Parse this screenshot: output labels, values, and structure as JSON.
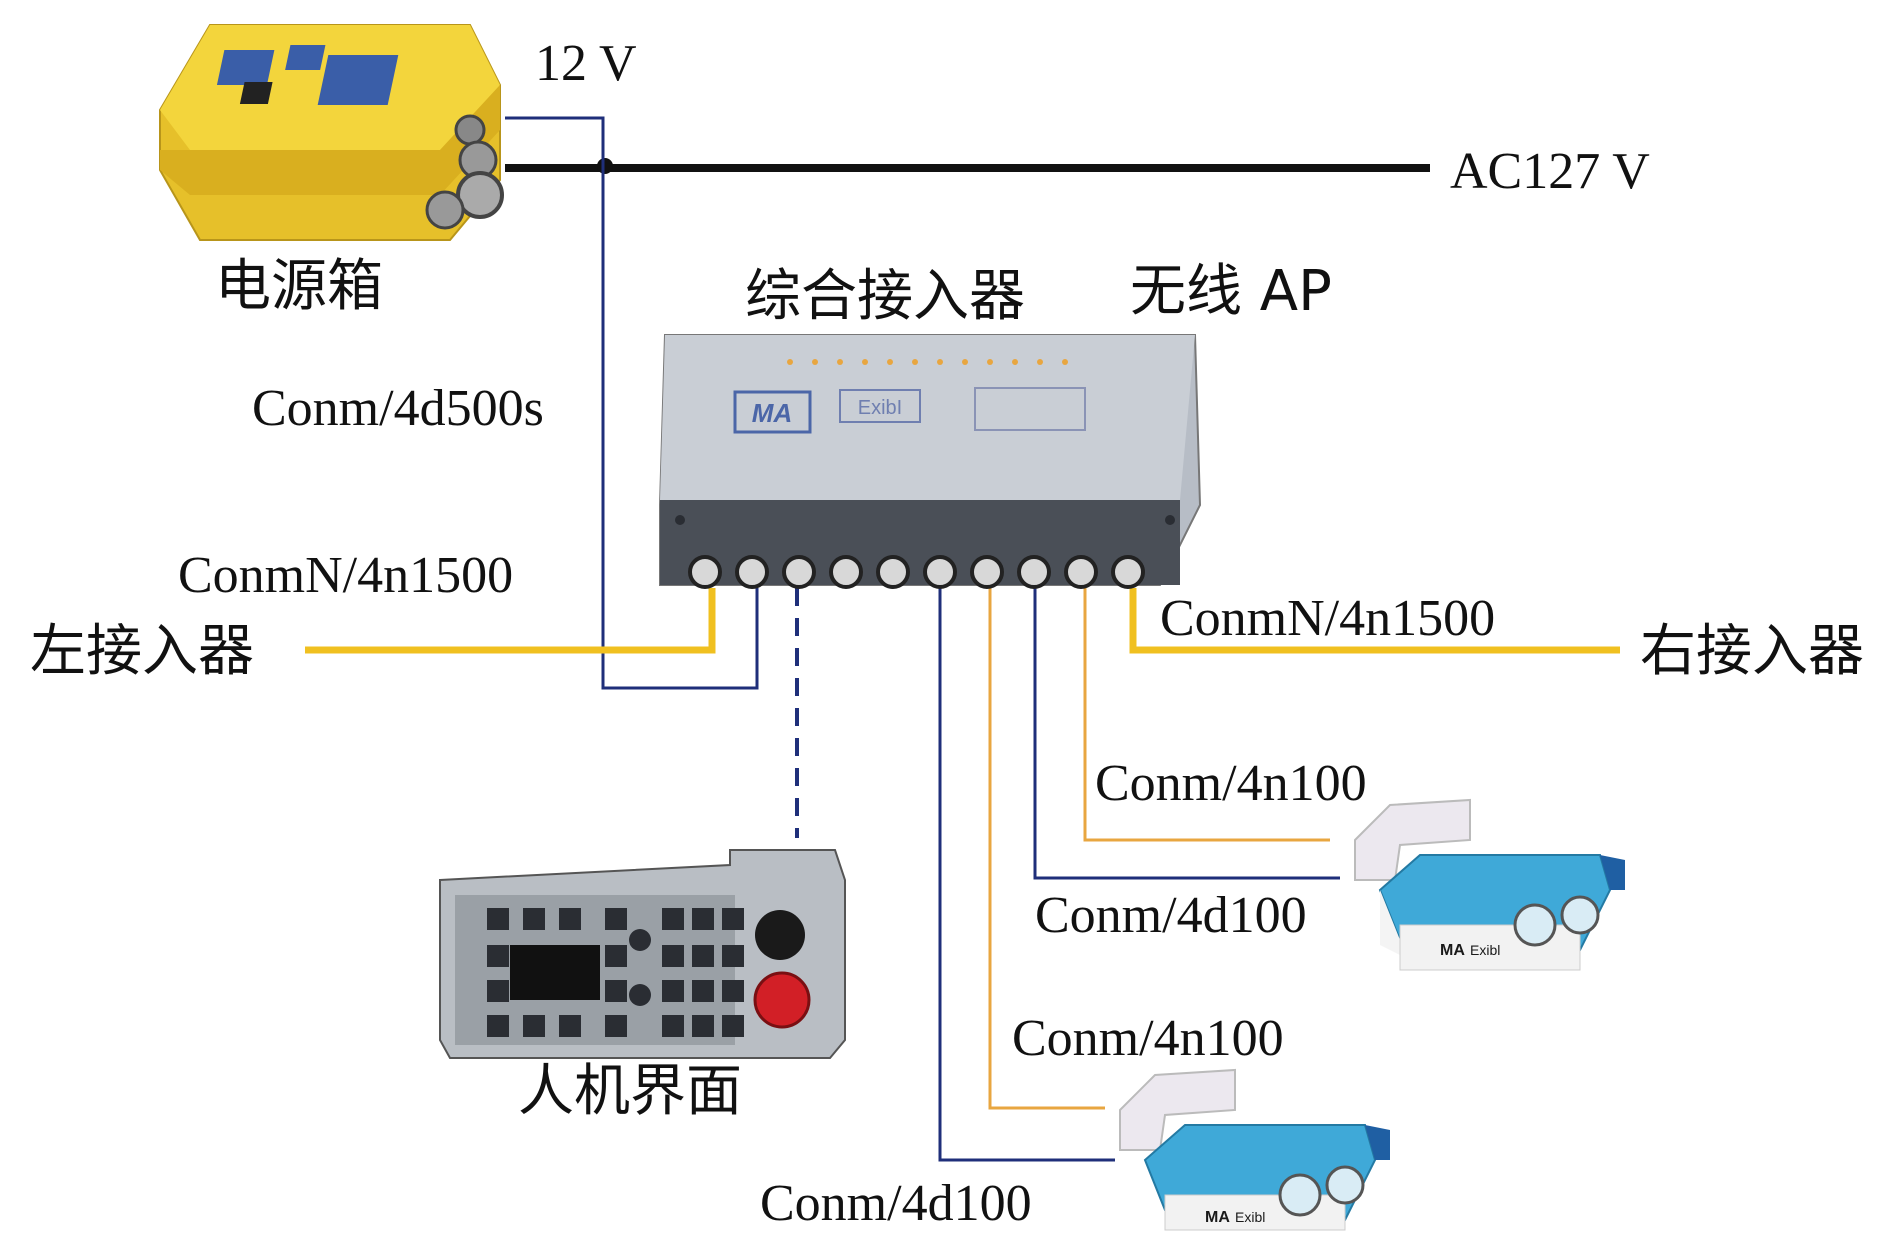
{
  "labels": {
    "v12": "12 V",
    "ac127": "AC127 V",
    "power_box": "电源箱",
    "integrated_access": "综合接入器",
    "wireless_ap": "无线 AP",
    "conm_4d500s": "Conm/4d500s",
    "conmn_left": "ConmN/4n1500",
    "left_access": "左接入器",
    "conmn_right": "ConmN/4n1500",
    "right_access": "右接入器",
    "conm_4n100_top": "Conm/4n100",
    "conm_4d100_top": "Conm/4d100",
    "conm_4n100_bottom": "Conm/4n100",
    "conm_4d100_bottom": "Conm/4d100",
    "hmi": "人机界面"
  },
  "device_markings": {
    "ma_logo": "MA",
    "exibi": "ExibI",
    "sensor_ma": "MA",
    "sensor_exibi": "Exibl"
  },
  "colors": {
    "blue_wire": "#1f2f7a",
    "orange_wire": "#e8a640",
    "yellow_wire": "#f0c020",
    "black_wire": "#111111",
    "power_box": "#f2d035",
    "access_body": "#b7bdc6",
    "sensor_blue": "#3fa9d8"
  }
}
